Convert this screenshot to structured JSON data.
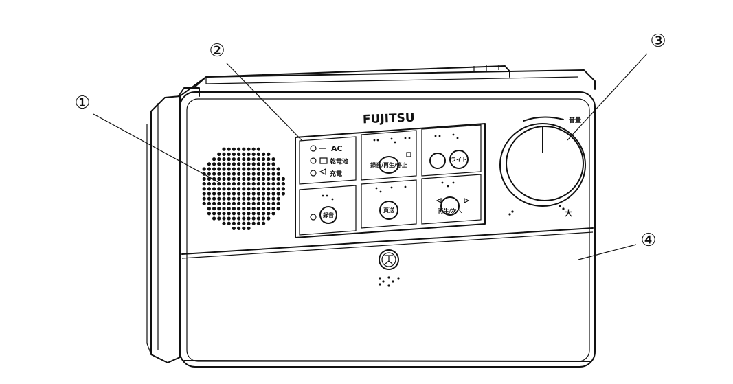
{
  "callouts": {
    "one": "①",
    "two": "②",
    "three": "③",
    "four": "④"
  },
  "brand": "FUJITSU",
  "power_panel": {
    "ac": "AC",
    "battery": "乾電池",
    "charge": "充電"
  },
  "buttons": {
    "record": "録音",
    "playback_mode": "再生/次へ",
    "light": "ライト",
    "review": "頁送",
    "play_next": "再生/次へ",
    "stop_mode": "録音/再生/停止"
  },
  "dial": {
    "volume_label": "音量",
    "max_label": "大"
  }
}
